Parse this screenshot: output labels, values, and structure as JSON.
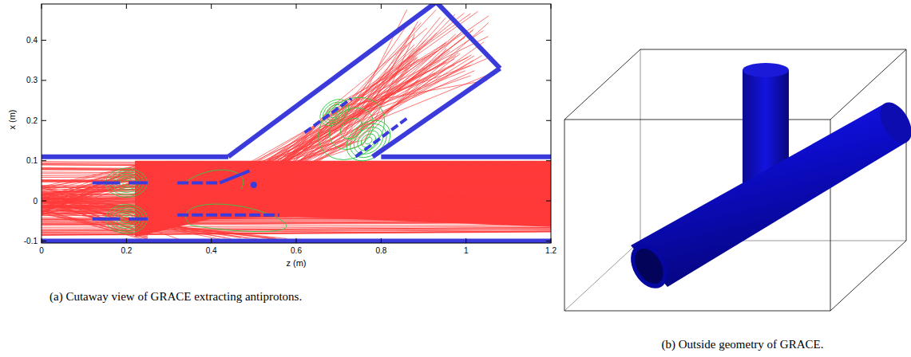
{
  "diagram": {
    "labels": [
      "0.4",
      "0.3",
      "0.2",
      "0.1",
      "0",
      "-0.1",
      "x (m)",
      "0",
      "0.2",
      "0.4",
      "0.6",
      "0.8",
      "1",
      "1.2",
      "z (m)",
      "(a) Cutaway view of GRACE extracting antiprotons.",
      "(b) Outside geometry of GRACE."
    ]
  }
}
